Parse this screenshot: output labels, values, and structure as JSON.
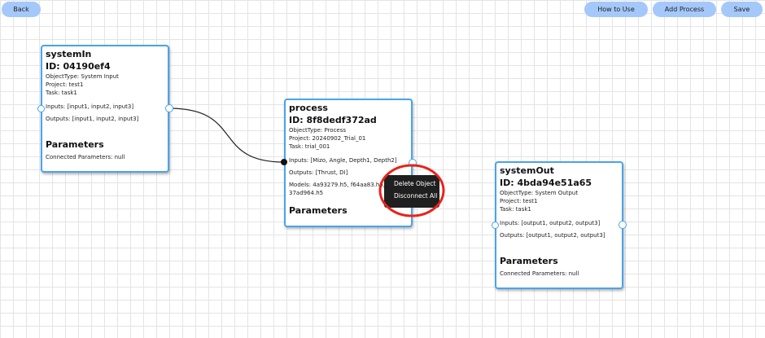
{
  "toolbar": {
    "back": "Back",
    "how_to_use": "How to Use",
    "add_process": "Add Process",
    "save": "Save"
  },
  "nodes": [
    {
      "title": "systemIn",
      "id": "ID: 04190ef4",
      "object_type": "ObjectType: System Input",
      "project": "Project: test1",
      "task": "Task: task1",
      "inputs": "Inputs: [input1, input2, input3]",
      "outputs": "Outputs: [input1, input2, input3]",
      "params_title": "Parameters",
      "params": "Connected Parameters: null"
    },
    {
      "title": "process",
      "id": "ID: 8f8dedf372ad",
      "object_type": "ObjectType: Process",
      "project": "Project: 20240902_Trial_01",
      "task": "Task: trial_001",
      "inputs": "Inputs: [Mizo, Angle, Depth1, Depth2]",
      "outputs": "Outputs: [Thrust, DI]",
      "models": "Models: 4a93279.h5, f64aa83.h5, 37ad964.h5",
      "params_title": "Parameters"
    },
    {
      "title": "systemOut",
      "id": "ID: 4bda94e51a65",
      "object_type": "ObjectType: System Output",
      "project": "Project: test1",
      "task": "Task: task1",
      "inputs": "Inputs: [output1, output2, output3]",
      "outputs": "Outputs: [output1, output2, output3]",
      "params_title": "Parameters",
      "params": "Connected Parameters: null"
    }
  ],
  "context_menu": {
    "items": [
      "Delete Object",
      "Disconnect All"
    ]
  },
  "colors": {
    "accent": "#4aa3ec",
    "button": "#a4c8fa",
    "highlight": "#e8231b"
  }
}
